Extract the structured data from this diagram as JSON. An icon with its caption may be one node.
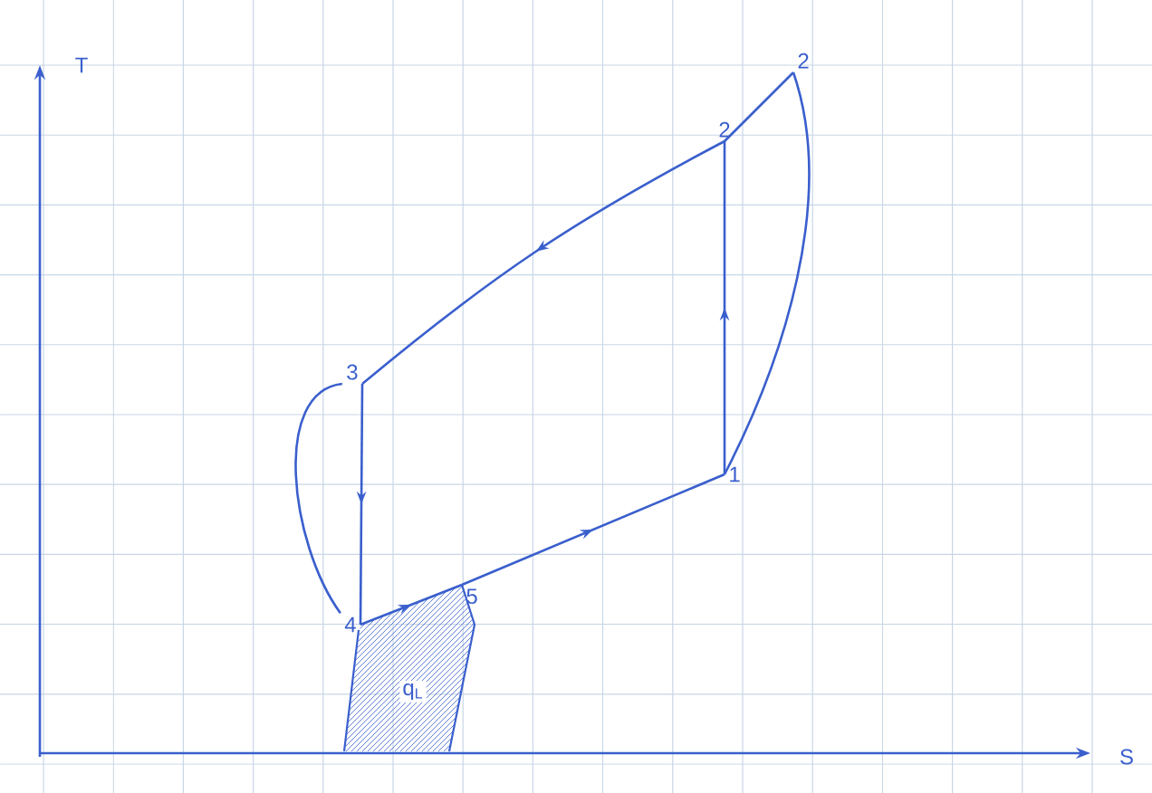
{
  "diagram": {
    "nodes": [
      {
        "text": [
          "2"
        ]
      },
      {
        "text": [
          "2"
        ]
      },
      {
        "text": [
          "3"
        ]
      },
      {
        "text": [
          "1"
        ]
      },
      {
        "text": [
          "4"
        ]
      },
      {
        "text": [
          "5"
        ]
      }
    ],
    "edges": [
      {
        "from": 3,
        "to": 1,
        "arrow": "to"
      },
      {
        "from": 0,
        "to": 1,
        "arrow": "none"
      },
      {
        "from": 1,
        "to": 2,
        "arrow": "to"
      },
      {
        "from": 2,
        "to": 4,
        "arrow": "to"
      },
      {
        "from": 2,
        "to": 4,
        "arrow": "none"
      },
      {
        "from": 4,
        "to": 5,
        "arrow": "to"
      },
      {
        "from": 5,
        "to": 3,
        "arrow": "to"
      },
      {
        "from": 3,
        "to": 0,
        "arrow": "none"
      }
    ],
    "labels": [
      "T",
      "S",
      "q$_{L}$"
    ]
  }
}
